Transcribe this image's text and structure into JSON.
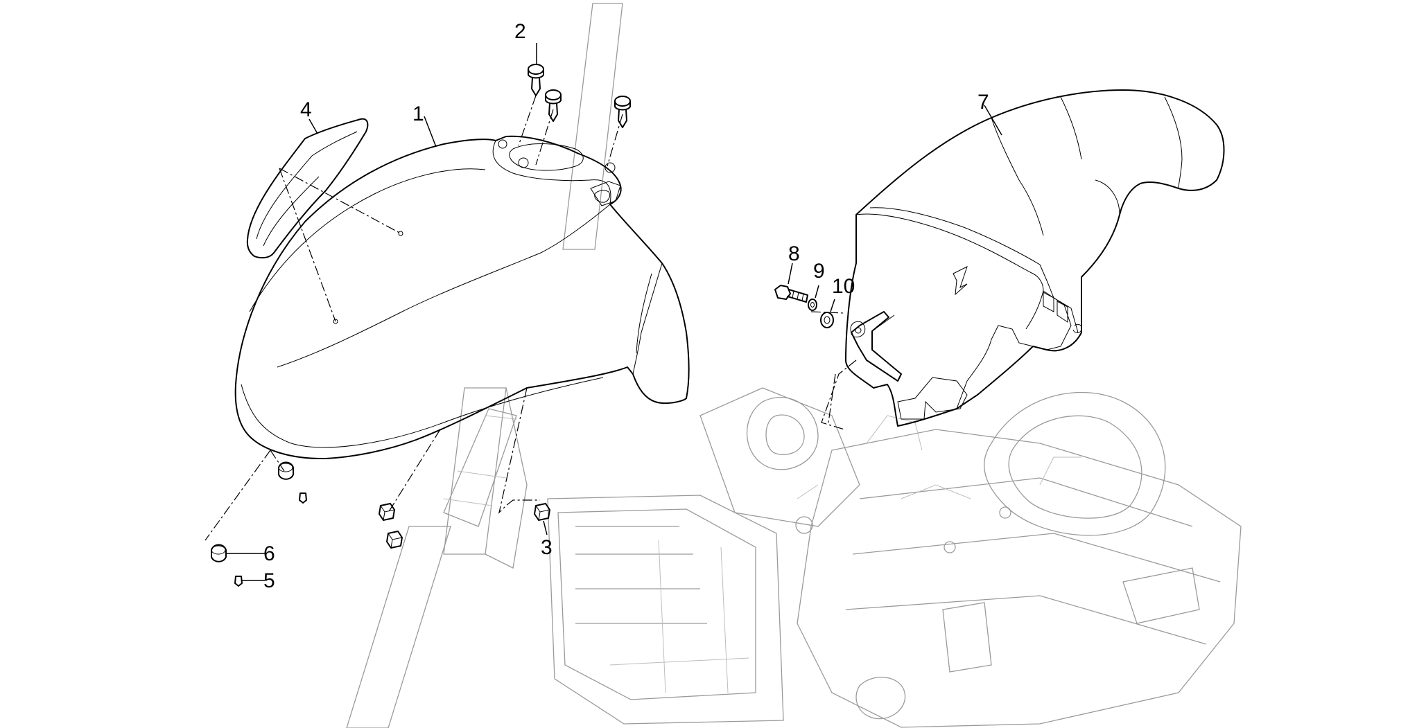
{
  "callouts": [
    {
      "id": "1",
      "label": "1"
    },
    {
      "id": "2",
      "label": "2"
    },
    {
      "id": "3",
      "label": "3"
    },
    {
      "id": "4",
      "label": "4"
    },
    {
      "id": "5",
      "label": "5"
    },
    {
      "id": "6",
      "label": "6"
    },
    {
      "id": "7",
      "label": "7"
    },
    {
      "id": "8",
      "label": "8"
    },
    {
      "id": "9",
      "label": "9"
    },
    {
      "id": "10",
      "label": "10"
    }
  ],
  "colors": {
    "line": "#000000",
    "ghost": "#9a9a9a",
    "background": "#ffffff"
  }
}
